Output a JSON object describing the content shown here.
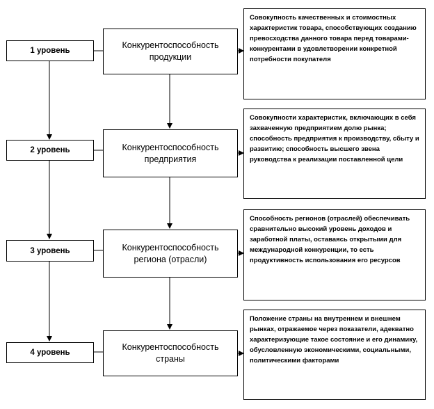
{
  "levels": [
    {
      "label": "1 уровень",
      "concept": "Конкурентоспособность продукции",
      "description": "Совокупность качественных и стоимостных характеристик товара, способствующих созданию превосходства данного товара перед товарами-конкурентами в удовлетворении конкретной потребности покупателя"
    },
    {
      "label": "2 уровень",
      "concept": "Конкурентоспособность предприятия",
      "description": "Совокупности характеристик, включающих в себя захваченную предприятием долю рынка; способность предприятия к производству, сбыту и развитию; способность высшего звена руководства к реализации поставленной цели"
    },
    {
      "label": "3 уровень",
      "concept": "Конкурентоспособность региона (отрасли)",
      "description": "Способность регионов (отраслей) обеспечивать сравнительно высокий уровень доходов и заработной платы, оставаясь открытыми для международной конкуренции, то есть продуктивность использования его ресурсов"
    },
    {
      "label": "4 уровень",
      "concept": "Конкурентоспособность страны",
      "description": "Положение страны на внутреннем и внешнем рынках, отражаемое через показатели, адекватно характеризующие такое состояние и его динамику, обусловленную экономическими, социальными, политическими факторами"
    }
  ]
}
